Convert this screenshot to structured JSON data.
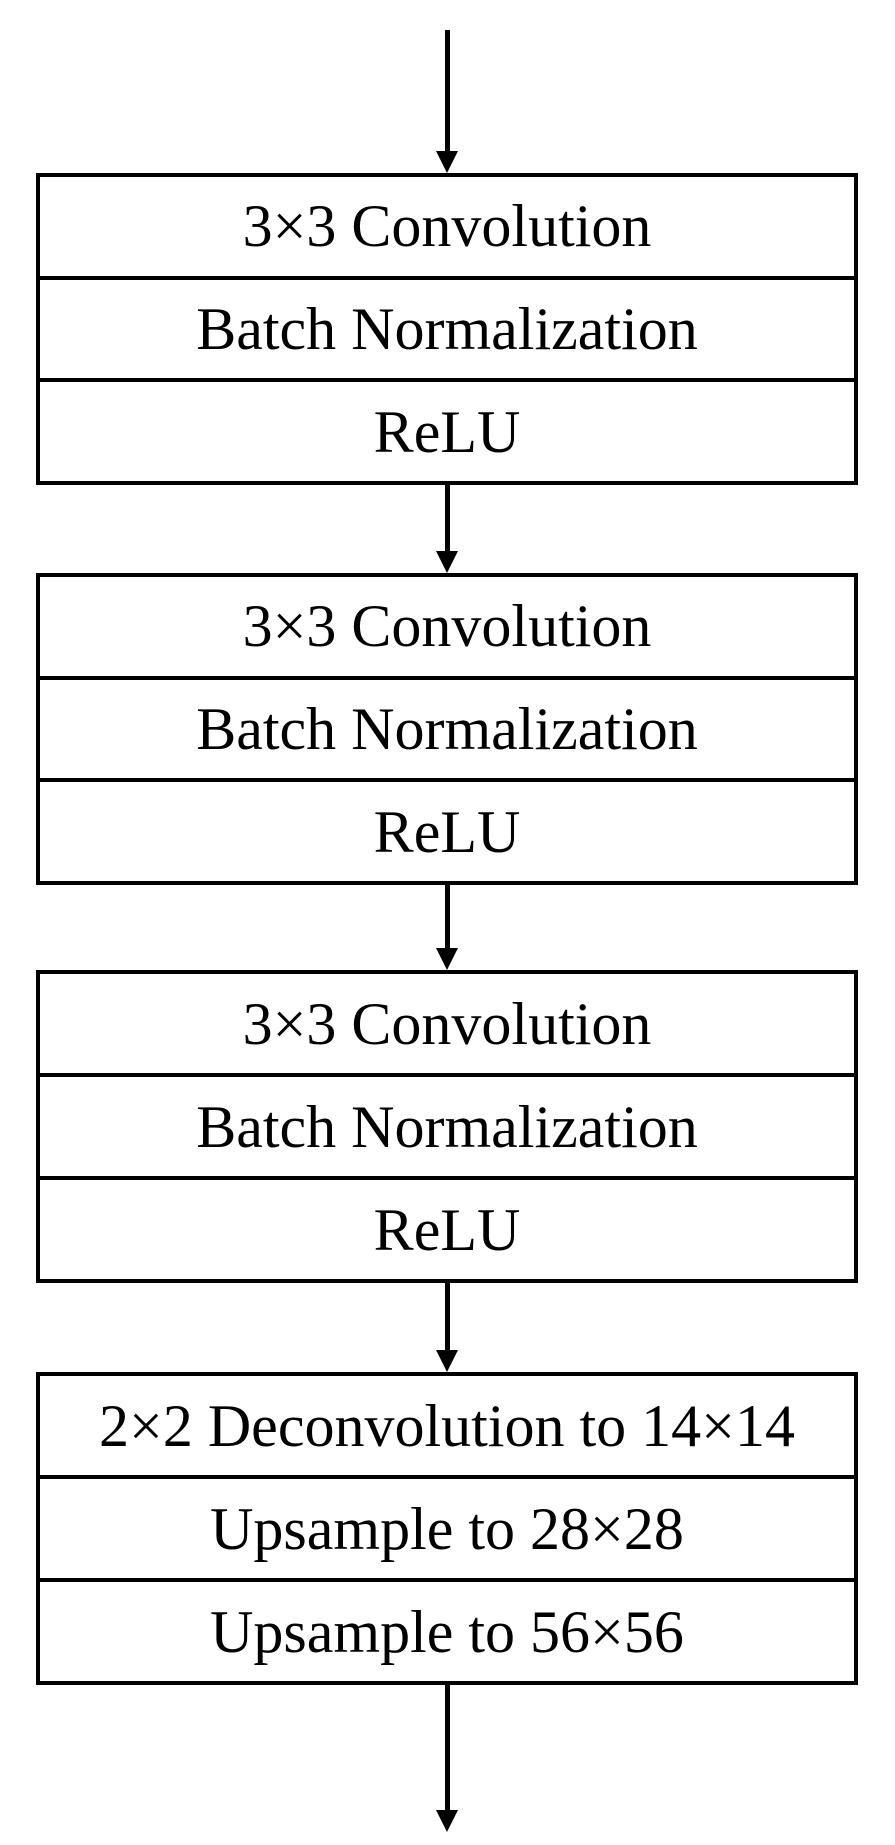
{
  "diagram": {
    "type": "flowchart",
    "description": "Neural network mask-head architecture block diagram",
    "colors": {
      "foreground": "#000000",
      "background": "#ffffff",
      "box_fill": "#ffffff",
      "box_border": "#000000"
    },
    "icons": {
      "connector": "down-arrow"
    },
    "blocks": [
      {
        "id": "conv-block-1",
        "rows": [
          "3×3 Convolution",
          "Batch Normalization",
          "ReLU"
        ]
      },
      {
        "id": "conv-block-2",
        "rows": [
          "3×3 Convolution",
          "Batch Normalization",
          "ReLU"
        ]
      },
      {
        "id": "conv-block-3",
        "rows": [
          "3×3 Convolution",
          "Batch Normalization",
          "ReLU"
        ]
      },
      {
        "id": "upsample-block",
        "rows": [
          "2×2 Deconvolution to 14×14",
          "Upsample to 28×28",
          "Upsample to 56×56"
        ]
      }
    ]
  }
}
